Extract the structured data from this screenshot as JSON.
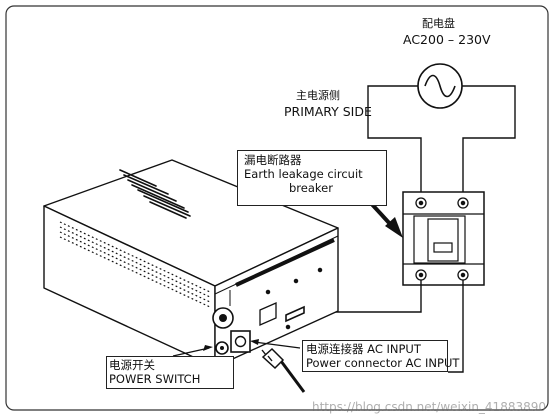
{
  "distribution_panel": {
    "title_cn": "配电盘",
    "voltage": "AC200 – 230V"
  },
  "primary_side": {
    "label_cn": "主电源侧",
    "label_en": "PRIMARY SIDE"
  },
  "breaker": {
    "label_cn": "漏电断路器",
    "label_en_line1": "Earth leakage circuit",
    "label_en_line2": "breaker"
  },
  "power_switch": {
    "label_cn": "电源开关",
    "label_en": "POWER SWITCH"
  },
  "ac_input": {
    "label_cn": "电源连接器 AC INPUT",
    "label_en": "Power connector AC INPUT"
  },
  "watermark": "https://blog.csdn.net/weixin_41883890"
}
